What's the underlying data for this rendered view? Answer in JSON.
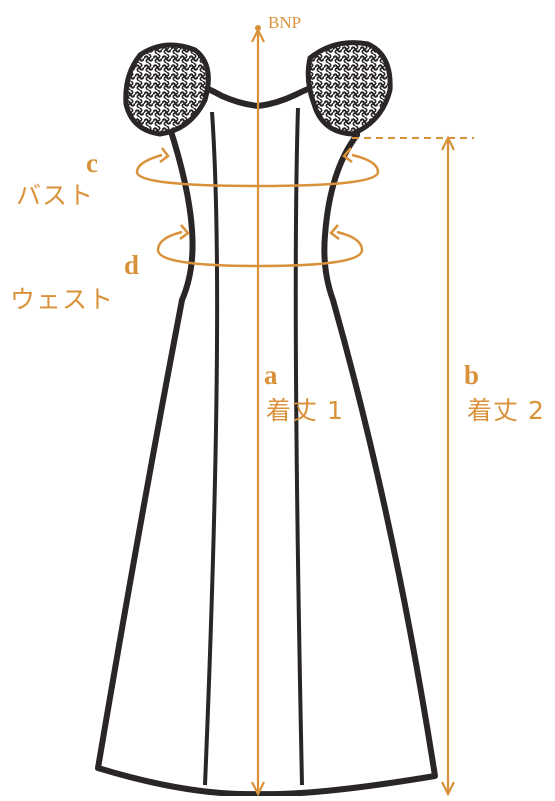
{
  "colors": {
    "accent": "#d9923a",
    "outline": "#2b2626",
    "fabric": "#ffffff"
  },
  "labels": {
    "bnp": "BNP",
    "a_letter": "a",
    "a_text": "着丈 1",
    "b_letter": "b",
    "b_text": "着丈 2",
    "c_letter": "c",
    "c_text": "バスト",
    "d_letter": "d",
    "d_text": "ウェスト"
  }
}
